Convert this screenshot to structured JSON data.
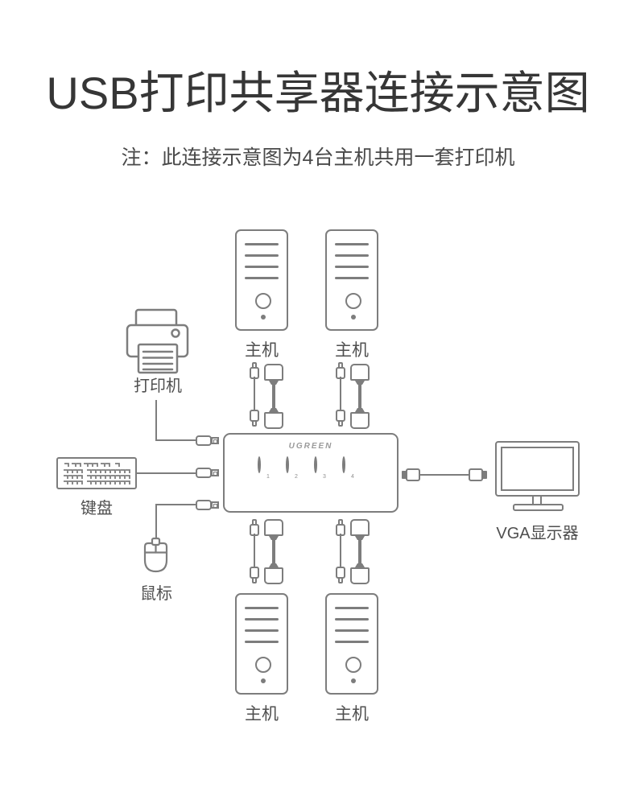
{
  "header": {
    "title": "USB打印共享器连接示意图",
    "note": "注：此连接示意图为4台主机共用一套打印机"
  },
  "device": {
    "brand": "UGREEN",
    "port_numbers": [
      "1",
      "2",
      "3",
      "4"
    ]
  },
  "labels": {
    "host": "主机",
    "printer": "打印机",
    "keyboard": "键盘",
    "mouse": "鼠标",
    "monitor": "VGA显示器"
  },
  "colors": {
    "line": "#7d7d7d",
    "label_text": "#4f4f4f",
    "title_text": "#363636",
    "brand_text": "#9a9a9a",
    "background": "#ffffff"
  }
}
